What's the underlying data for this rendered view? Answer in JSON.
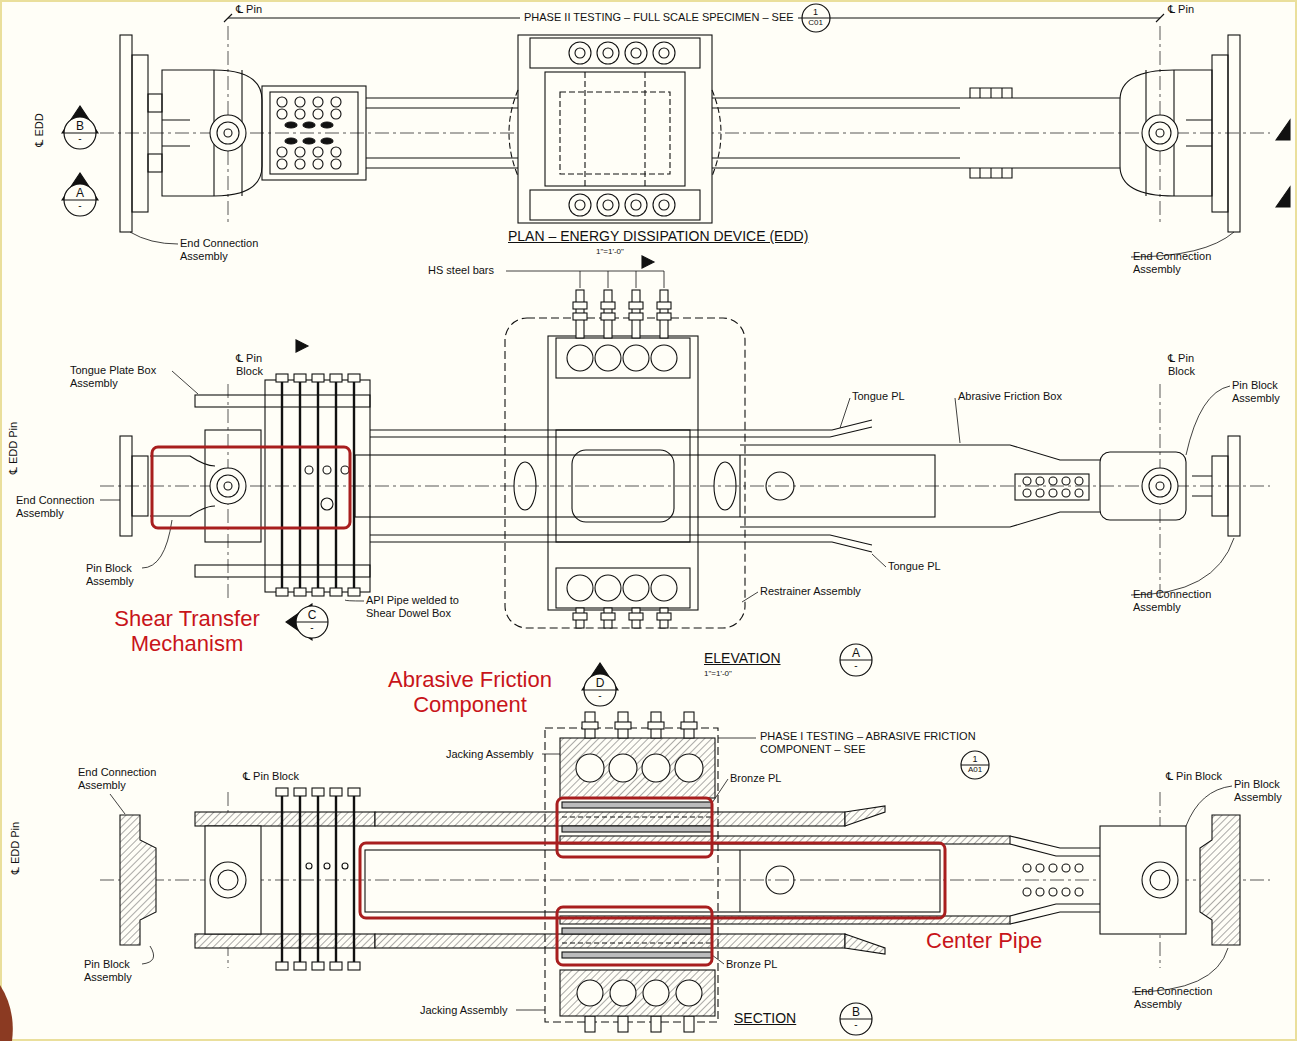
{
  "diagram": {
    "nodes": [
      {
        "text": [
          "B",
          "-"
        ]
      },
      {
        "text": [
          "A",
          "-"
        ]
      },
      {
        "text": [
          "1",
          "C01"
        ]
      },
      {
        "text": [
          "C",
          "-"
        ]
      },
      {
        "text": [
          "D",
          "-"
        ]
      },
      {
        "text": [
          "A",
          "-"
        ]
      },
      {
        "text": [
          "1",
          "A01"
        ]
      },
      {
        "text": [
          "B",
          "-"
        ]
      }
    ],
    "labels": [
      "℄ Pin",
      "PHASE II TESTING – FULL SCALE SPECIMEN – SEE",
      "℄ Pin",
      "℄ EDD",
      "End Connection Assembly",
      "PLAN – ENERGY DISSIPATION DEVICE (EDD)",
      "1\"=1'-0\"",
      "End Connection Assembly",
      "HS steel bars",
      "Tongue Plate Box Assembly",
      "℄ Pin Block",
      "℄ EDD Pin",
      "End Connection Assembly",
      "Pin Block Assembly",
      "Tongue PL",
      "Abrasive Friction Box",
      "℄ Pin Block",
      "Pin Block Assembly",
      "Tongue PL",
      "Restrainer Assembly",
      "End Connection Assembly",
      "API Pipe welded to Shear Dowel Box",
      "ELEVATION",
      "1\"=1'-0\"",
      "Shear Transfer Mechanism",
      "Abrasive Friction Component",
      "Jacking Assembly",
      "PHASE I TESTING – ABRASIVE FRICTION COMPONENT – SEE",
      "Bronze PL",
      "End Connection Assembly",
      "℄ Pin Block",
      "℄ EDD Pin",
      "℄ Pin Block",
      "Pin Block Assembly",
      "Center Pipe",
      "Bronze PL",
      "Pin Block Assembly",
      "Jacking Assembly",
      "SECTION",
      "End Connection Assembly"
    ]
  }
}
